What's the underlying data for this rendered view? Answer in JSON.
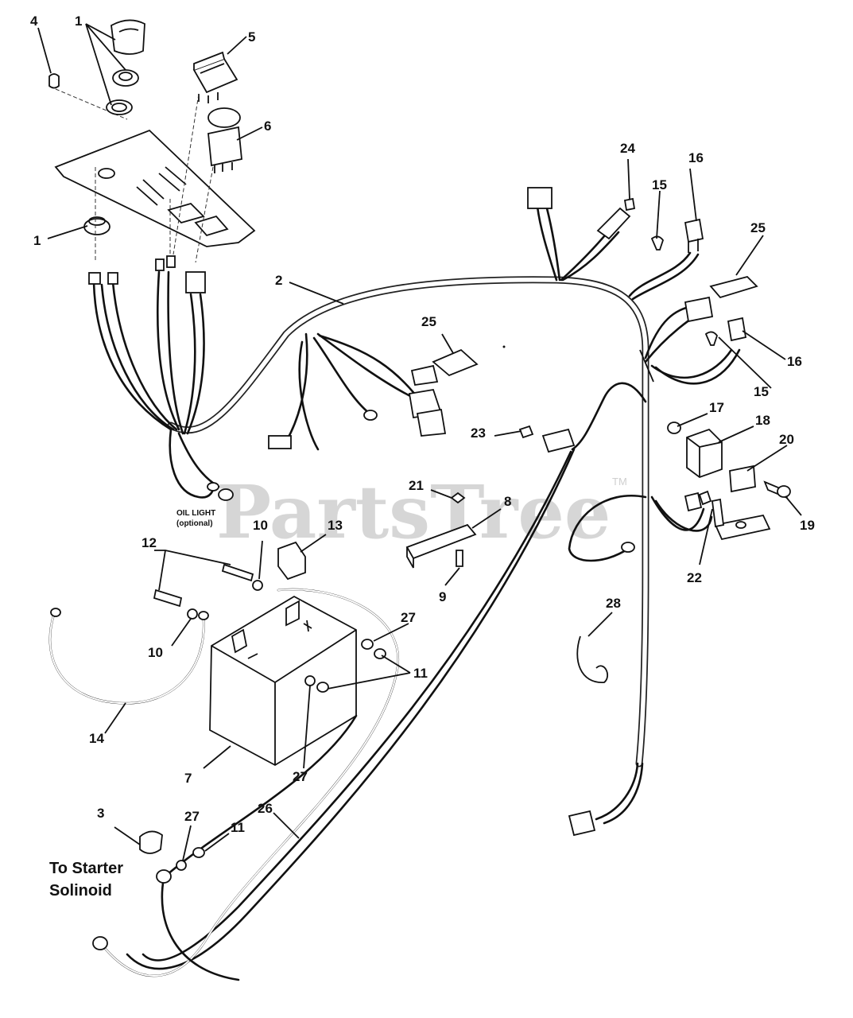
{
  "watermark": {
    "text": "PartsTree",
    "tm": "TM"
  },
  "notes": {
    "oil_light_line1": "OIL LIGHT",
    "oil_light_line2": "(optional)",
    "starter_line1": "To Starter",
    "starter_line2": "Solinoid"
  },
  "callouts": [
    {
      "id": "c1a",
      "label": "1"
    },
    {
      "id": "c1b",
      "label": "1"
    },
    {
      "id": "c2",
      "label": "2"
    },
    {
      "id": "c3",
      "label": "3"
    },
    {
      "id": "c4",
      "label": "4"
    },
    {
      "id": "c5",
      "label": "5"
    },
    {
      "id": "c6",
      "label": "6"
    },
    {
      "id": "c7",
      "label": "7"
    },
    {
      "id": "c8",
      "label": "8"
    },
    {
      "id": "c9",
      "label": "9"
    },
    {
      "id": "c10a",
      "label": "10"
    },
    {
      "id": "c10b",
      "label": "10"
    },
    {
      "id": "c11a",
      "label": "11"
    },
    {
      "id": "c11b",
      "label": "11"
    },
    {
      "id": "c12",
      "label": "12"
    },
    {
      "id": "c13",
      "label": "13"
    },
    {
      "id": "c14",
      "label": "14"
    },
    {
      "id": "c15a",
      "label": "15"
    },
    {
      "id": "c15b",
      "label": "15"
    },
    {
      "id": "c16a",
      "label": "16"
    },
    {
      "id": "c16b",
      "label": "16"
    },
    {
      "id": "c17",
      "label": "17"
    },
    {
      "id": "c18",
      "label": "18"
    },
    {
      "id": "c19",
      "label": "19"
    },
    {
      "id": "c20",
      "label": "20"
    },
    {
      "id": "c21",
      "label": "21"
    },
    {
      "id": "c22",
      "label": "22"
    },
    {
      "id": "c23",
      "label": "23"
    },
    {
      "id": "c24",
      "label": "24"
    },
    {
      "id": "c25a",
      "label": "25"
    },
    {
      "id": "c25b",
      "label": "25"
    },
    {
      "id": "c26",
      "label": "26"
    },
    {
      "id": "c27a",
      "label": "27"
    },
    {
      "id": "c27b",
      "label": "27"
    },
    {
      "id": "c27c",
      "label": "27"
    },
    {
      "id": "c28",
      "label": "28"
    }
  ]
}
